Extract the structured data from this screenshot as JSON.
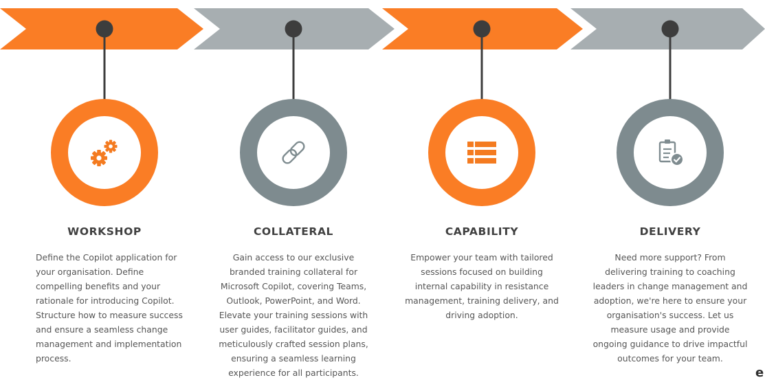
{
  "palette": {
    "orange": "#fa7d25",
    "gray": "#a7aeb1",
    "ring_gray": "#7e8b8f",
    "connector": "#3d3d3d",
    "icon_orange": "#f47b20",
    "icon_gray": "#7f8c90"
  },
  "steps": [
    {
      "title": "WORKSHOP",
      "color": "orange",
      "icon": "gears-icon",
      "description": "Define the Copilot application for your organisation. Define compelling benefits and your rationale for introducing Copilot. Structure how to measure success and ensure a seamless change management and implementation process."
    },
    {
      "title": "COLLATERAL",
      "color": "gray",
      "icon": "link-chain-icon",
      "description": "Gain access to our exclusive branded training collateral for Microsoft Copilot, covering Teams, Outlook, PowerPoint, and Word. Elevate your training sessions with user guides, facilitator guides, and meticulously crafted session plans, ensuring a seamless learning experience for all participants."
    },
    {
      "title": "CAPABILITY",
      "color": "orange",
      "icon": "list-icon",
      "description": "Empower your team with tailored sessions focused on building internal capability in resistance management, training delivery, and driving adoption."
    },
    {
      "title": "DELIVERY",
      "color": "gray",
      "icon": "clipboard-check-icon",
      "description": "Need more support? From delivering training to coaching leaders in change management and adoption, we're here to ensure your organisation's success. Let us measure usage and provide ongoing guidance to drive impactful outcomes for your team."
    }
  ]
}
